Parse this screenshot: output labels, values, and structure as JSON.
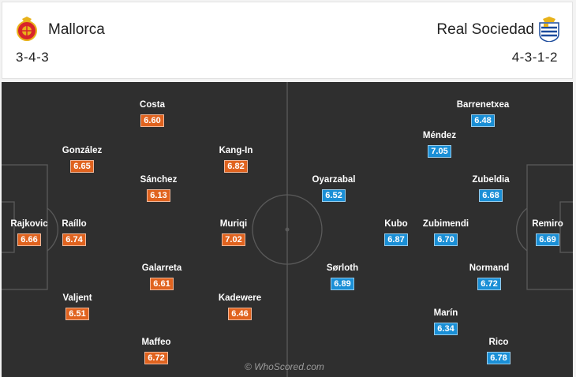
{
  "home": {
    "name": "Mallorca",
    "formation": "3-4-3",
    "players": [
      {
        "name": "Rajkovic",
        "rating": "6.66"
      },
      {
        "name": "Raíllo",
        "rating": "6.74"
      },
      {
        "name": "González",
        "rating": "6.65"
      },
      {
        "name": "Valjent",
        "rating": "6.51"
      },
      {
        "name": "Costa",
        "rating": "6.60"
      },
      {
        "name": "Sánchez",
        "rating": "6.13"
      },
      {
        "name": "Galarreta",
        "rating": "6.61"
      },
      {
        "name": "Maffeo",
        "rating": "6.72"
      },
      {
        "name": "Kang-In",
        "rating": "6.82"
      },
      {
        "name": "Muriqi",
        "rating": "7.02"
      },
      {
        "name": "Kadewere",
        "rating": "6.46"
      }
    ]
  },
  "away": {
    "name": "Real Sociedad",
    "formation": "4-3-1-2",
    "players": [
      {
        "name": "Remiro",
        "rating": "6.69"
      },
      {
        "name": "Barrenetxea",
        "rating": "6.48"
      },
      {
        "name": "Zubeldia",
        "rating": "6.68"
      },
      {
        "name": "Normand",
        "rating": "6.72"
      },
      {
        "name": "Rico",
        "rating": "6.78"
      },
      {
        "name": "Méndez",
        "rating": "7.05"
      },
      {
        "name": "Zubimendi",
        "rating": "6.70"
      },
      {
        "name": "Marín",
        "rating": "6.34"
      },
      {
        "name": "Kubo",
        "rating": "6.87"
      },
      {
        "name": "Oyarzabal",
        "rating": "6.52"
      },
      {
        "name": "Sørloth",
        "rating": "6.89"
      }
    ]
  },
  "watermark": "© WhoScored.com",
  "colors": {
    "home_rating": "#e0631f",
    "away_rating": "#1a8fd6",
    "pitch": "#2f2f2f"
  }
}
